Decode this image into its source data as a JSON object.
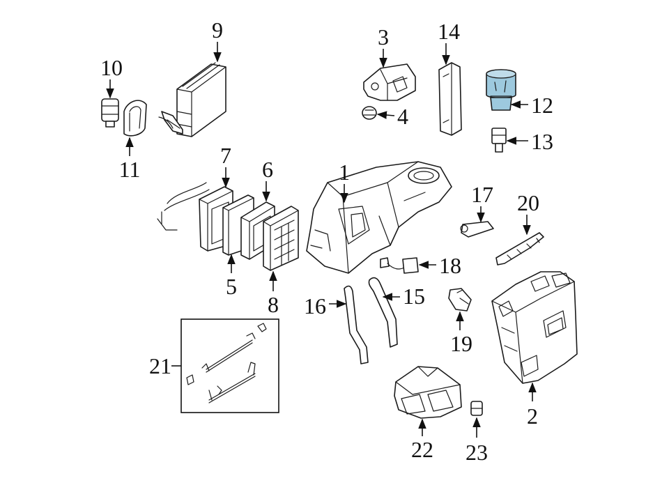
{
  "diagram": {
    "highlight_color": "#9dc9de",
    "callouts": {
      "c1": "1",
      "c2": "2",
      "c3": "3",
      "c4": "4",
      "c5": "5",
      "c6": "6",
      "c7": "7",
      "c8": "8",
      "c9": "9",
      "c10": "10",
      "c11": "11",
      "c12": "12",
      "c13": "13",
      "c14": "14",
      "c15": "15",
      "c16": "16",
      "c17": "17",
      "c18": "18",
      "c19": "19",
      "c20": "20",
      "c21": "21",
      "c22": "22",
      "c23": "23"
    }
  }
}
